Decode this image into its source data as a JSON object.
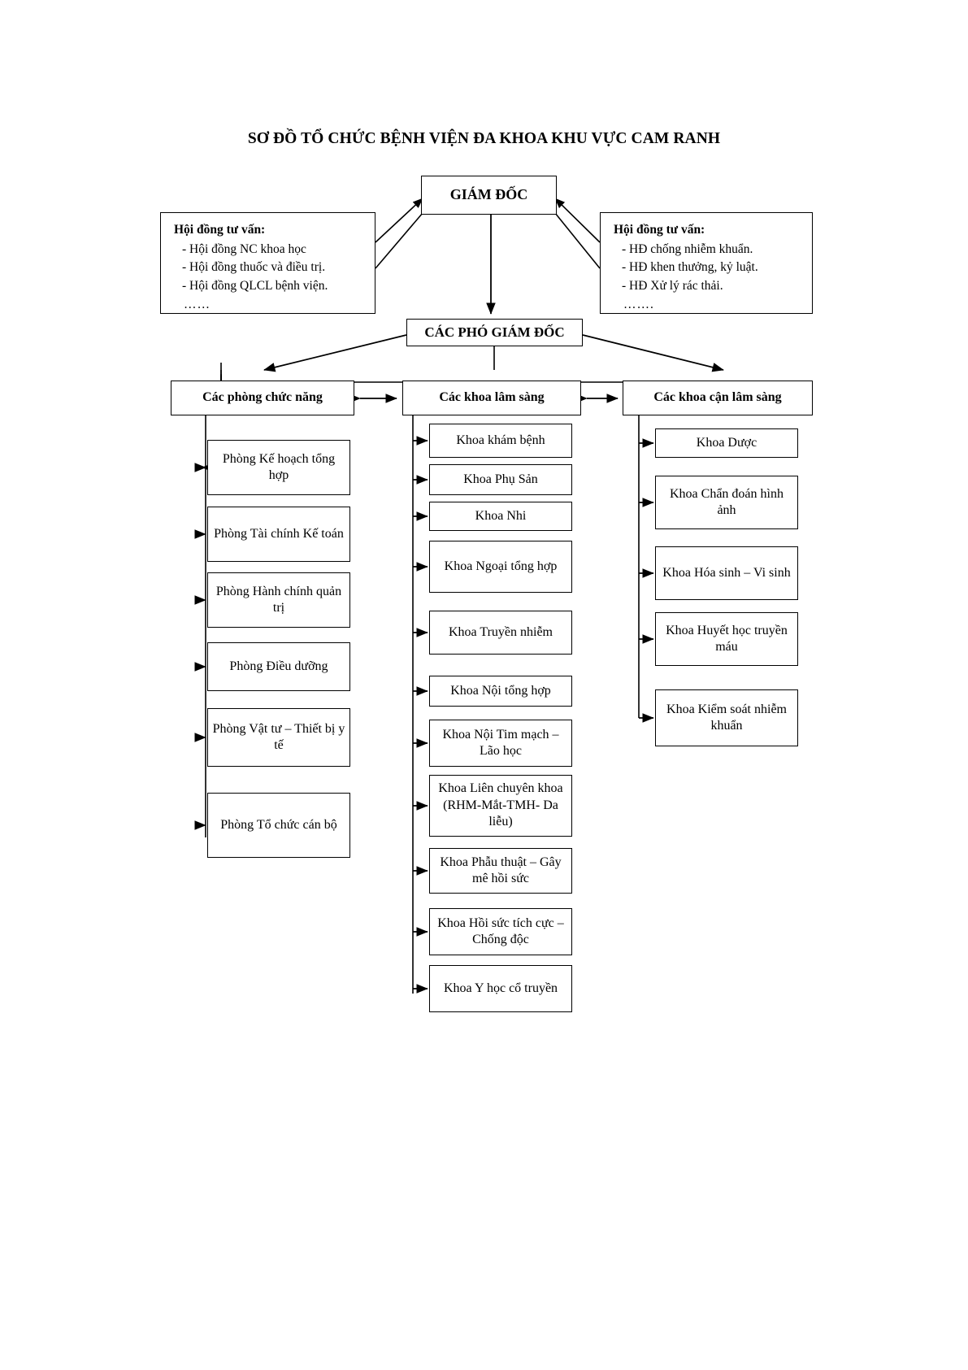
{
  "chart_title": "SƠ ĐỒ TỔ CHỨC BỆNH VIỆN ĐA KHOA KHU VỰC CAM RANH",
  "top": {
    "director": "GIÁM ĐỐC",
    "deputies": "CÁC PHÓ GIÁM ĐỐC"
  },
  "council_left": {
    "heading": "Hội đồng tư vấn:",
    "items": [
      "- Hội đồng NC khoa học",
      "- Hội đồng thuốc và điều trị.",
      "- Hội đồng QLCL bệnh viện."
    ],
    "ellipsis": "……"
  },
  "council_right": {
    "heading": "Hội đồng tư vấn:",
    "items": [
      "- HĐ chống nhiễm khuẩn.",
      "- HĐ khen thưởng, kỷ luật.",
      "- HĐ Xử lý rác thải."
    ],
    "ellipsis": "……."
  },
  "columns": [
    {
      "header": "Các phòng chức năng",
      "items": [
        "Phòng Kế hoạch tổng hợp",
        "Phòng Tài chính Kế toán",
        "Phòng Hành chính quản trị",
        "Phòng Điều dưỡng",
        "Phòng Vật tư – Thiết bị y tế",
        "Phòng Tổ chức cán bộ"
      ]
    },
    {
      "header": "Các khoa lâm sàng",
      "items": [
        "Khoa khám bệnh",
        "Khoa Phụ Sản",
        "Khoa Nhi",
        "Khoa Ngoại tổng hợp",
        "Khoa Truyền nhiễm",
        "Khoa Nội tổng hợp",
        "Khoa Nội Tim mạch – Lão học",
        "Khoa Liên chuyên khoa (RHM-Mắt-TMH- Da liễu)",
        "Khoa Phẫu thuật – Gây mê hồi sức",
        "Khoa Hồi sức tích cực – Chống độc",
        "Khoa Y học cổ truyền"
      ]
    },
    {
      "header": "Các khoa cận lâm sàng",
      "items": [
        "Khoa Dược",
        "Khoa Chẩn đoán hình ảnh",
        "Khoa Hóa sinh – Vi sinh",
        "Khoa Huyết học truyền máu",
        "Khoa Kiểm soát nhiễm khuẩn"
      ]
    }
  ],
  "geometry": {
    "col_func_tops": [
      541,
      623,
      704,
      790,
      871,
      975
    ],
    "col_func_heights": [
      68,
      68,
      68,
      60,
      72,
      80
    ],
    "col_clin_tops": [
      521,
      571,
      617,
      665,
      751,
      831,
      885,
      953,
      1043,
      1117,
      1187
    ],
    "col_clin_heights": [
      42,
      38,
      36,
      64,
      54,
      38,
      58,
      76,
      56,
      58,
      58
    ],
    "col_para_tops": [
      527,
      585,
      672,
      753,
      848
    ],
    "col_para_heights": [
      36,
      66,
      66,
      66,
      70
    ]
  },
  "colors": {
    "stroke": "#000000",
    "background": "#ffffff"
  }
}
